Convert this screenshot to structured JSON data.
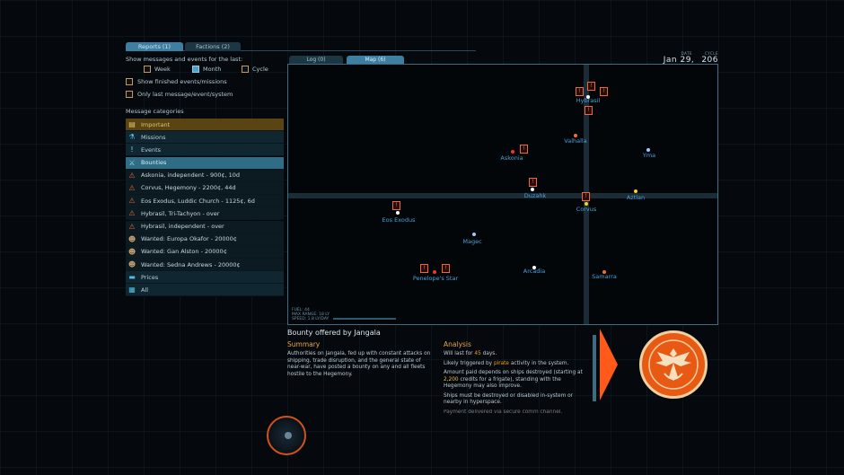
{
  "top_tabs": [
    {
      "label": "Reports (1)",
      "active": true
    },
    {
      "label": "Factions (2)",
      "active": false
    }
  ],
  "filter": {
    "subtitle": "Show messages and events for the last:",
    "options": [
      {
        "label": "Week",
        "checked": false
      },
      {
        "label": "Month",
        "checked": true
      },
      {
        "label": "Cycle",
        "checked": false
      }
    ],
    "show_finished": "Show finished events/missions",
    "only_last": "Only last message/event/system"
  },
  "categories": {
    "label": "Message categories",
    "items": [
      {
        "label": "Important",
        "icon": "important-icon"
      },
      {
        "label": "Missions",
        "icon": "missions-icon"
      },
      {
        "label": "Events",
        "icon": "events-icon"
      },
      {
        "label": "Bounties",
        "icon": "bounties-icon"
      }
    ],
    "bounties": [
      "Askonia, independent - 900¢, 10d",
      "Corvus, Hegemony - 2200¢, 44d",
      "Eos Exodus, Luddic Church - 1125¢, 6d",
      "Hybrasil, Tri-Tachyon - over",
      "Hybrasil, independent - over",
      "Wanted: Europa Okafor - 20000¢",
      "Wanted: Gan Alston - 20000¢",
      "Wanted: Sedna Andrews - 20000¢"
    ],
    "after": [
      {
        "label": "Prices",
        "icon": "prices-icon"
      },
      {
        "label": "All",
        "icon": "all-icon"
      }
    ]
  },
  "map_tabs": [
    {
      "label": "Log (0)",
      "active": false
    },
    {
      "label": "Map (6)",
      "active": true
    }
  ],
  "date": {
    "date_label": "DATE",
    "date_value": "Jan 29,",
    "cycle_label": "CYCLE",
    "cycle_value": "206"
  },
  "systems": [
    {
      "name": "Hybrasil",
      "color": "#4aa0d8"
    },
    {
      "name": "Valhalla",
      "color": "#4aa0d8"
    },
    {
      "name": "Askonia",
      "color": "#4aa0d8"
    },
    {
      "name": "Yma",
      "color": "#4aa0d8"
    },
    {
      "name": "Duzahk",
      "color": "#4aa0d8"
    },
    {
      "name": "Aztlan",
      "color": "#4aa0d8"
    },
    {
      "name": "Corvus",
      "color": "#4aa0d8"
    },
    {
      "name": "Eos Exodus",
      "color": "#4aa0d8"
    },
    {
      "name": "Magec",
      "color": "#4aa0d8"
    },
    {
      "name": "Arcadia",
      "color": "#4aa0d8"
    },
    {
      "name": "Samarra",
      "color": "#4aa0d8"
    },
    {
      "name": "Penelope's Star",
      "color": "#4aa0d8"
    }
  ],
  "map_legend": [
    "FUEL: 44",
    "MAX RANGE: 18 LY",
    "SPEED: 1.8 LY/DAY"
  ],
  "detail": {
    "title": "Bounty offered by Jangala",
    "summary_heading": "Summary",
    "summary_text": "Authorities on Jangala, fed up with constant attacks on shipping, trade disruption, and the general state of near-war, have posted a bounty on any and all fleets hostile to the Hegemony.",
    "analysis_heading": "Analysis",
    "analysis_1_pre": "Will last for ",
    "analysis_1_val": "45",
    "analysis_1_post": " days.",
    "analysis_2_pre": "Likely triggered by ",
    "analysis_2_val": "pirate",
    "analysis_2_post": " activity in the system.",
    "analysis_3_pre": "Amount paid depends on ships destroyed (starting at ",
    "analysis_3_val": "2,200",
    "analysis_3_post": " credits for a frigate), standing with the Hegemony may also improve.",
    "analysis_4": "Ships must be destroyed or disabled in-system or nearby in hyperspace.",
    "analysis_5": "Payment delivered via secure comm channel."
  },
  "colors": {
    "accent": "#3d7fa0",
    "bounty": "#e86a40",
    "important": "#e5c56a",
    "emblem": "#e85a14"
  }
}
